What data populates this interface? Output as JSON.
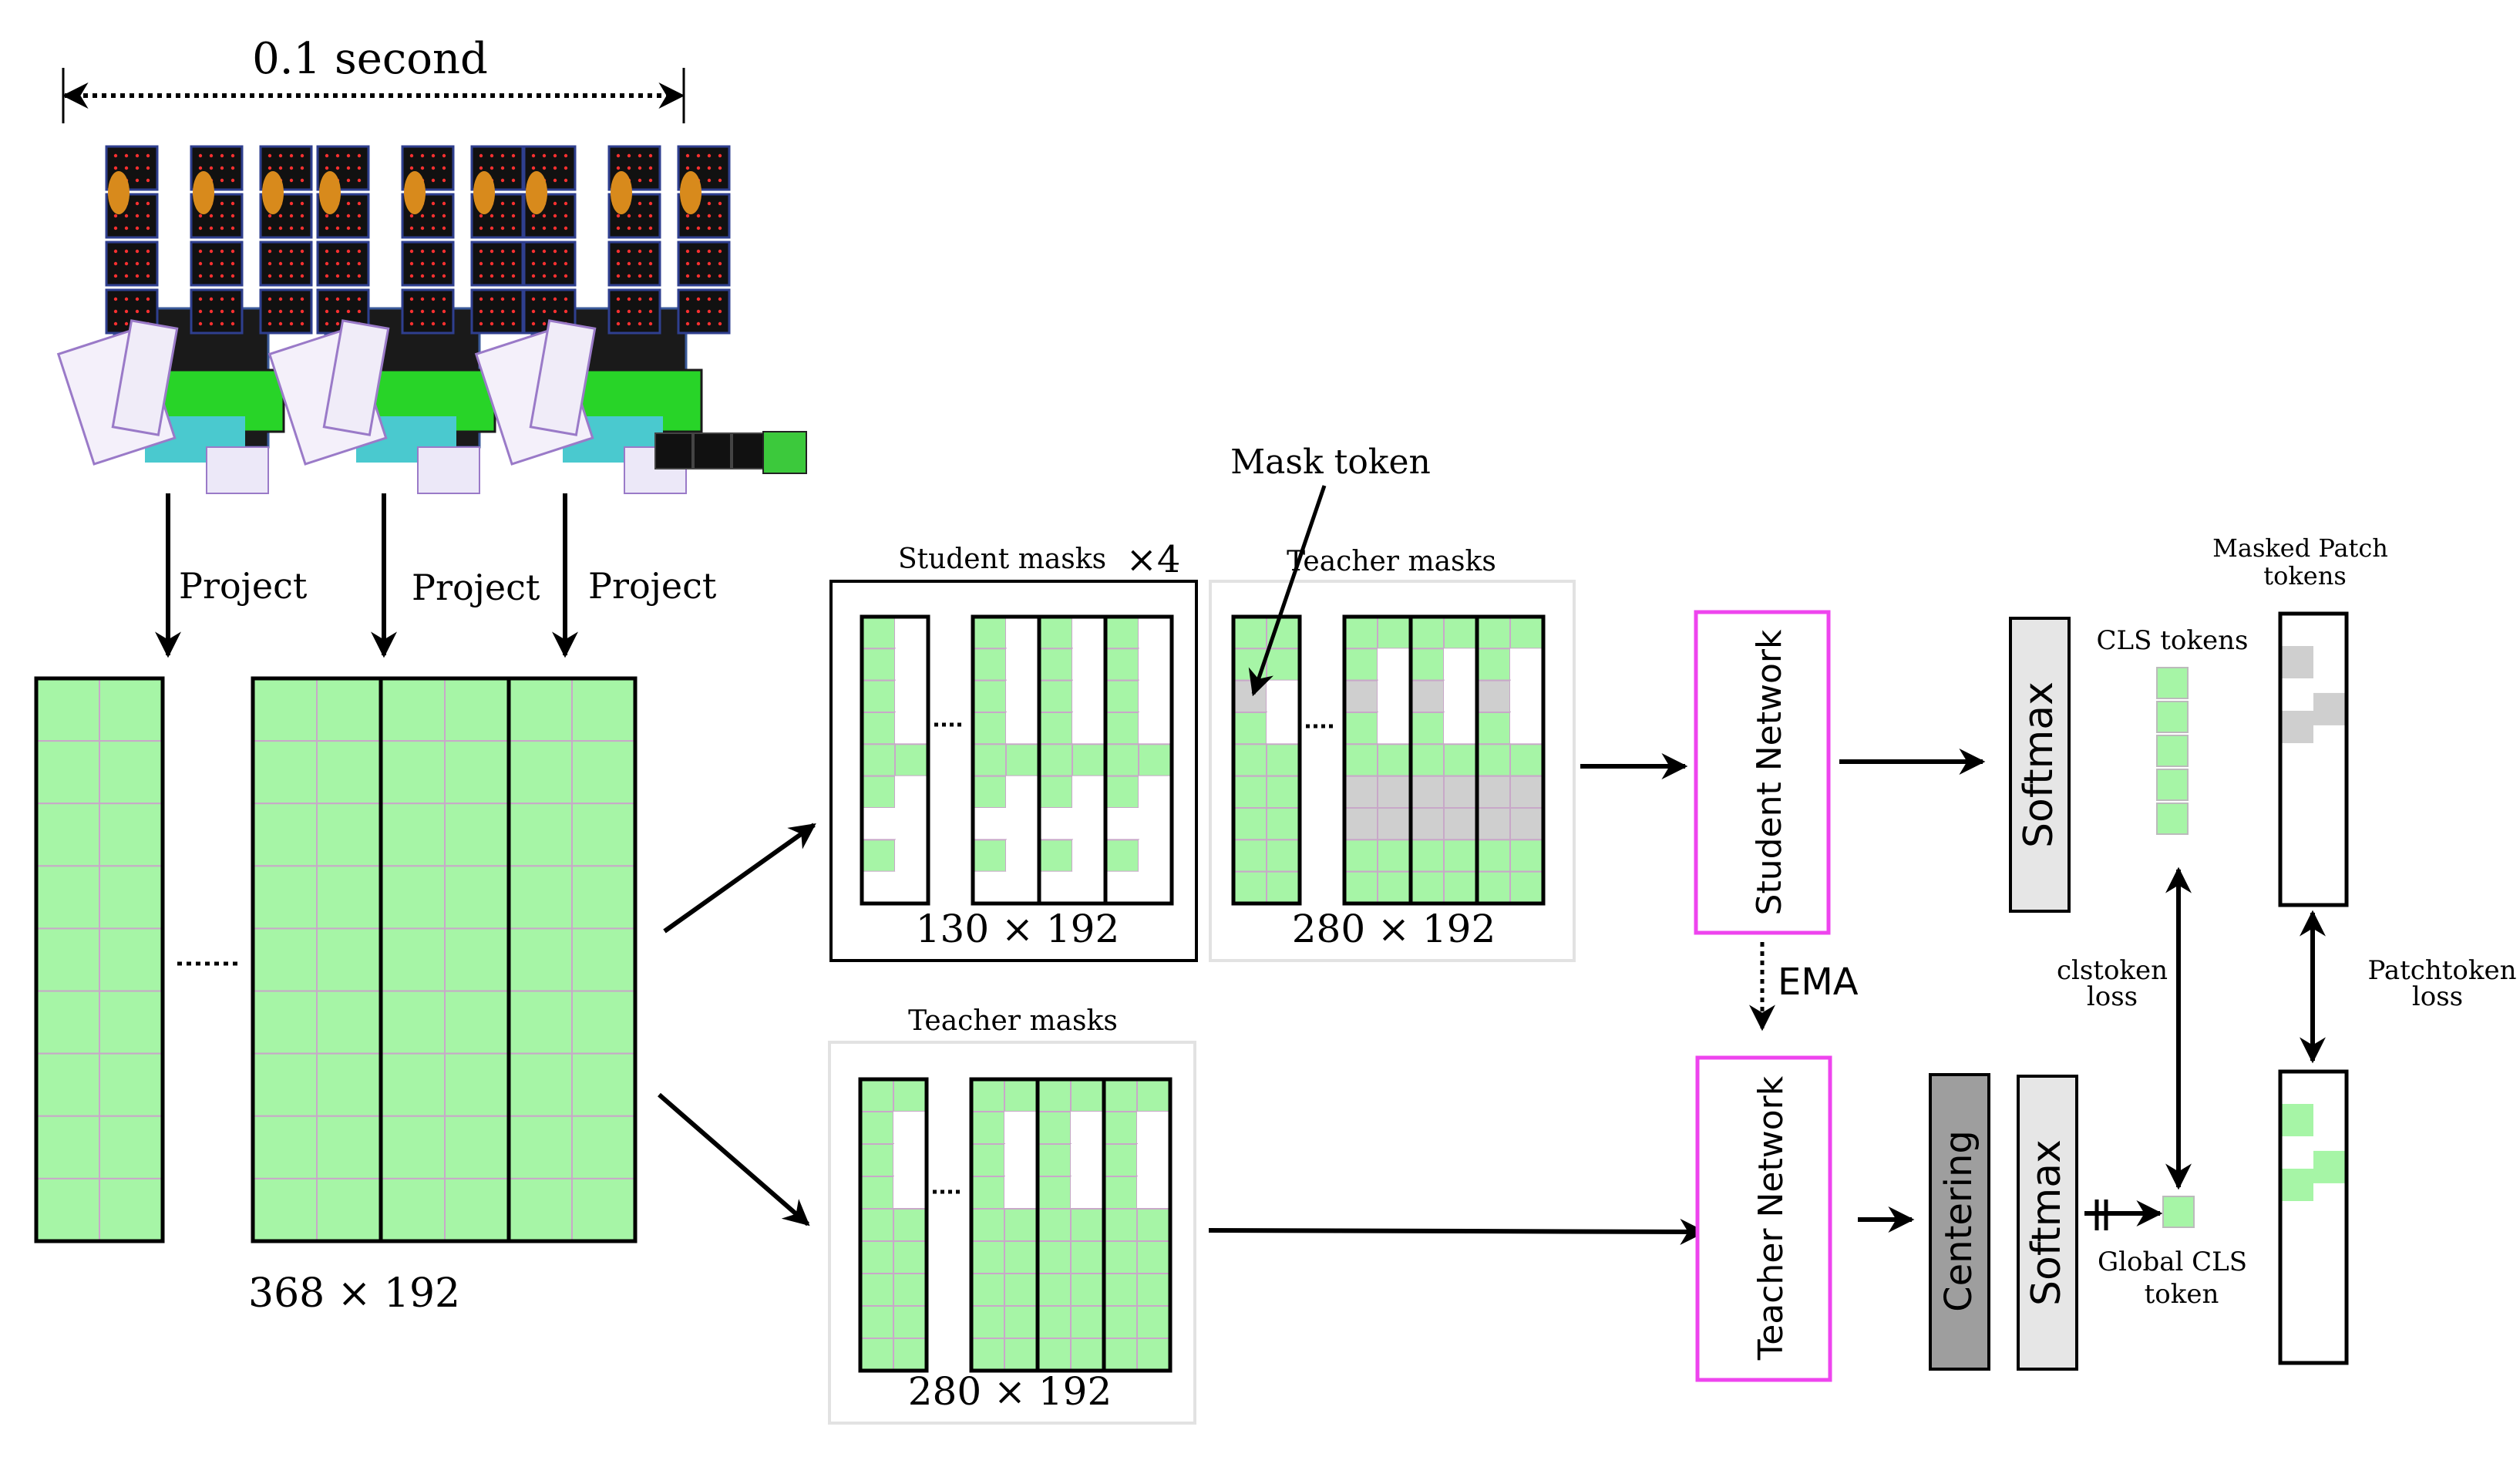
{
  "timeline_label": "0.1 second",
  "project_labels": [
    "Project",
    "Project",
    "Project"
  ],
  "main_grid_size": "368 × 192",
  "student_masks": {
    "title": "Student masks",
    "multiplier": "×4",
    "size": "130 × 192"
  },
  "teacher_masks_top": {
    "title": "Teacher masks",
    "size": "280 × 192",
    "mask_token_label": "Mask token"
  },
  "teacher_masks_bottom": {
    "title": "Teacher masks",
    "size": "280 × 192"
  },
  "student_network": "Student Network",
  "teacher_network": "Teacher Network",
  "ema_label": "EMA",
  "softmax_student": "Softmax",
  "centering": "Centering",
  "softmax_teacher": "Softmax",
  "cls_tokens_label": "CLS tokens",
  "masked_patch_label": [
    "Masked Patch",
    "tokens"
  ],
  "global_cls_label": [
    "Global CLS",
    "token"
  ],
  "clstoken_loss_label": [
    "clstoken",
    "loss"
  ],
  "patchtoken_loss_label": [
    "Patchtoken",
    "loss"
  ],
  "colors": {
    "patch_green": "#a6f5a6",
    "grid_line": "#c8a8c8",
    "mask_gray": "#cfcfcf",
    "network_border": "#ee44ee",
    "centering_fill": "#9e9e9e",
    "softmax_fill": "#e6e6e6",
    "box_gray": "#e2e2e2"
  }
}
